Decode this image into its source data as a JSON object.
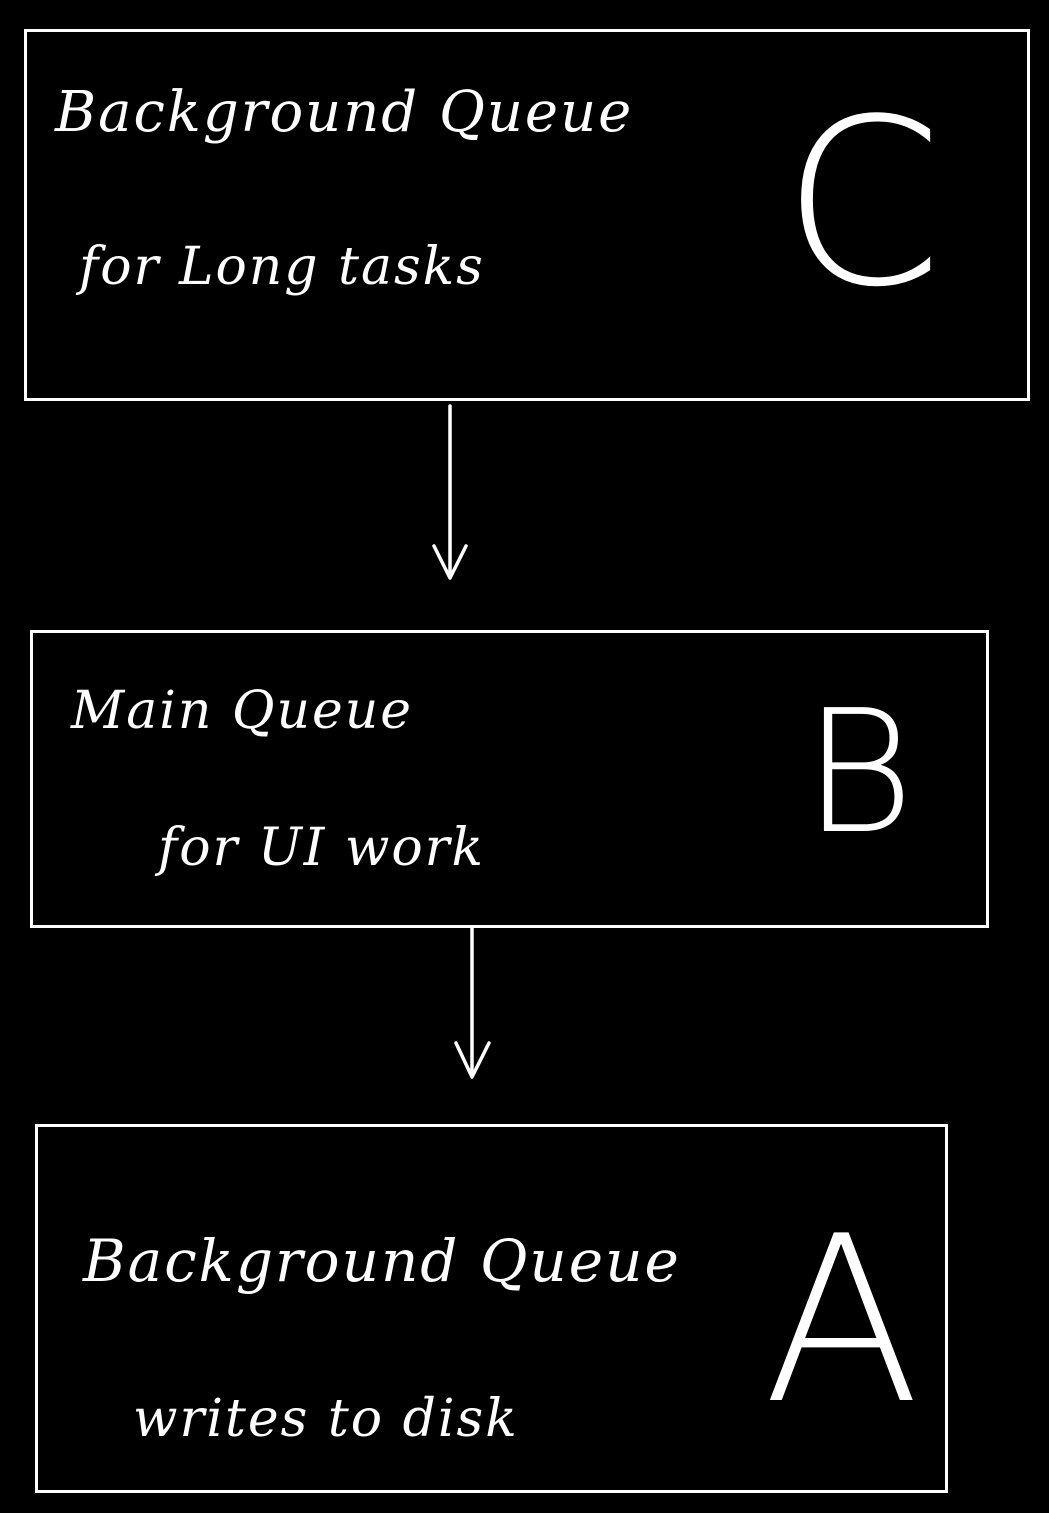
{
  "boxes": {
    "c": {
      "line1": "Background Queue",
      "line2": "for Long tasks",
      "letter": "C"
    },
    "b": {
      "line1": "Main Queue",
      "line2": "for UI work",
      "letter": "B"
    },
    "a": {
      "line1": "Background Queue",
      "line2": "writes to disk",
      "letter": "A"
    }
  },
  "colors": {
    "background": "#000000",
    "ink": "#ffffff"
  }
}
